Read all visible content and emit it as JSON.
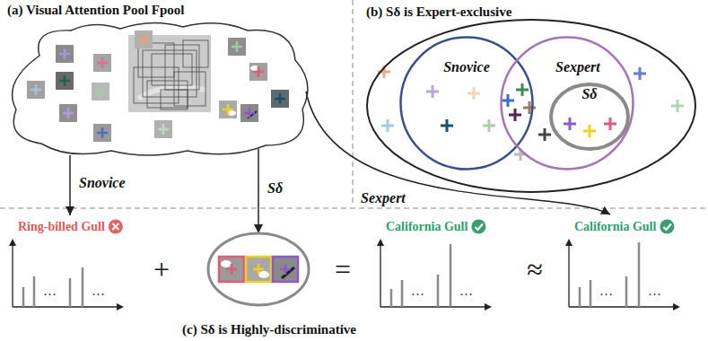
{
  "diagram": {
    "caption": "(c) Sδ is Highly-discriminative",
    "nodes": [
      {
        "text": [
          "(a) Visual Attention Pool Fpool"
        ]
      },
      {
        "text": [
          "(b) Sδ is Expert-exclusive"
        ]
      },
      {
        "text": [
          "Snovice"
        ],
        "in": 1
      },
      {
        "text": [
          "Sexpert"
        ],
        "in": 1
      },
      {
        "text": [
          "Sδ"
        ],
        "in": 3
      },
      {
        "text": [
          "Ring-billed Gull",
          "…",
          "…"
        ]
      },
      {
        "text": []
      },
      {
        "text": [
          "California Gull",
          "…",
          "…"
        ]
      },
      {
        "text": [
          "California Gull",
          "…",
          "…"
        ]
      }
    ],
    "edges": [
      {
        "from": 0,
        "to": 5,
        "label": "Snovice",
        "arrow": "to"
      },
      {
        "from": 0,
        "to": 6,
        "label": "Sδ",
        "arrow": "to"
      },
      {
        "from": 0,
        "to": 8,
        "label": "Sexpert",
        "arrow": "to"
      }
    ],
    "labels": [
      "+",
      "=",
      "≈"
    ]
  }
}
